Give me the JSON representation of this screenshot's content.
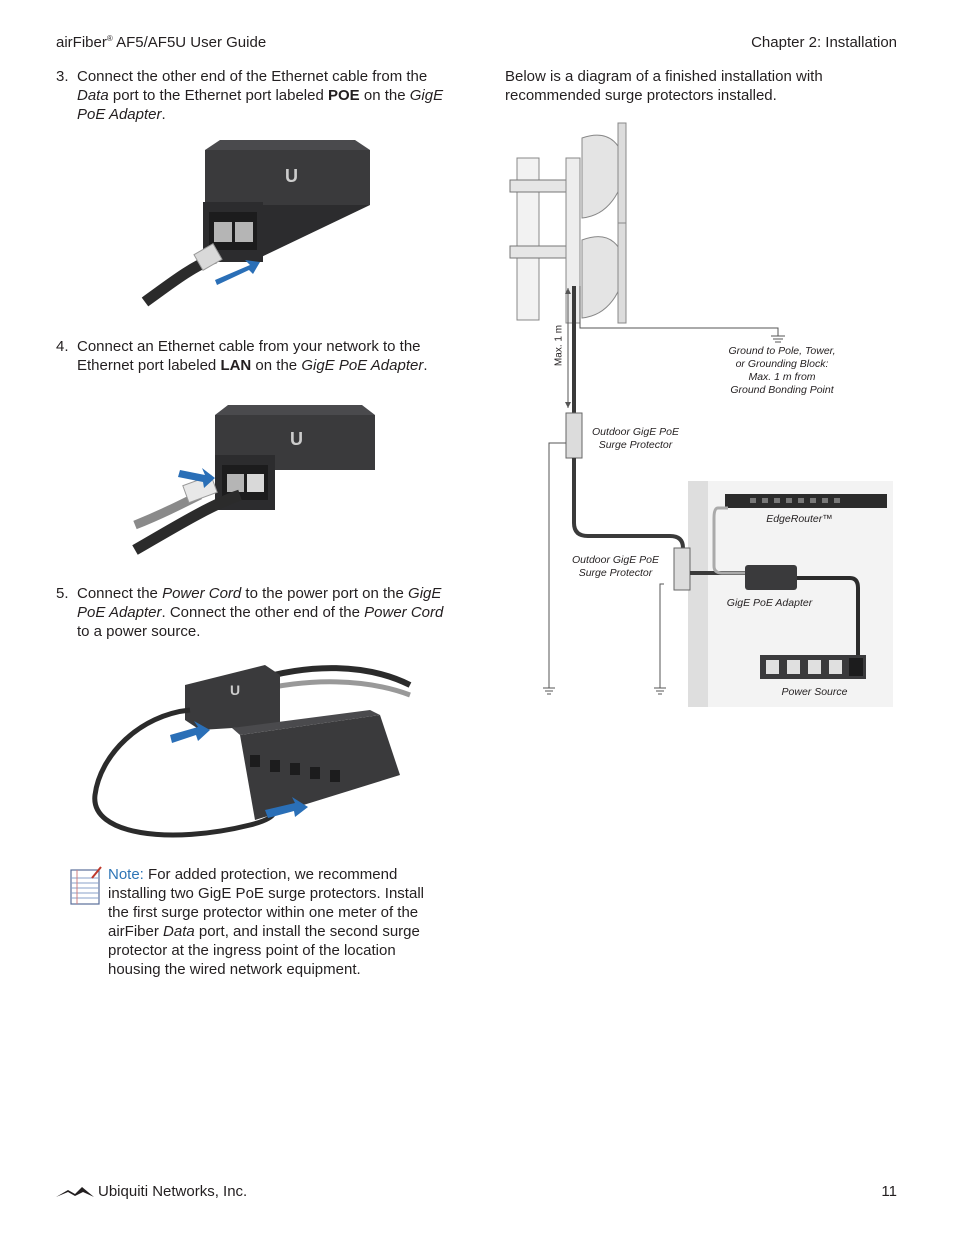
{
  "header": {
    "guide_brand": "airFiber",
    "guide_reg": "®",
    "guide_model": " AF5/AF5U User Guide",
    "chapter": "Chapter 2: Installation"
  },
  "steps": [
    {
      "number": "3.",
      "parts": [
        "Connect the other end of the Ethernet cable from the ",
        "Data",
        " port to the Ethernet port labeled ",
        "POE",
        " on the ",
        "GigE PoE Adapter",
        "."
      ]
    },
    {
      "number": "4.",
      "parts": [
        "Connect an Ethernet cable from your network to the Ethernet port labeled ",
        "LAN",
        " on the ",
        "GigE PoE Adapter",
        "."
      ]
    },
    {
      "number": "5.",
      "parts": [
        "Connect the ",
        "Power Cord",
        " to the power port on the ",
        "GigE PoE Adapter",
        ". Connect the other end of the ",
        "Power Cord",
        " to a power source."
      ]
    }
  ],
  "note": {
    "label": "Note:",
    "parts": [
      " For added protection, we recommend installing two GigE PoE surge protectors. Install the first surge protector within one meter of the airFiber ",
      "Data",
      " port, and install the second surge protector at the ingress point of the location housing the wired network equipment."
    ]
  },
  "right_intro": "Below is a diagram of a finished installation with recommended surge protectors installed.",
  "diagram": {
    "max_label": "Max. 1 m",
    "ground_label": [
      "Ground to Pole, Tower,",
      "or Grounding Block:",
      "Max. 1 m from",
      "Ground Bonding Point"
    ],
    "surge1": [
      "Outdoor GigE PoE",
      "Surge Protector"
    ],
    "surge2": [
      "Outdoor GigE PoE",
      "Surge Protector"
    ],
    "edgerouter": "EdgeRouter™",
    "adapter": "GigE PoE Adapter",
    "power": "Power Source"
  },
  "footer": {
    "company": "Ubiquiti Networks, Inc.",
    "page": "11"
  },
  "colors": {
    "note_accent": "#2e75b6",
    "device": "#3a3a3c",
    "arrow": "#2a6fb7"
  }
}
